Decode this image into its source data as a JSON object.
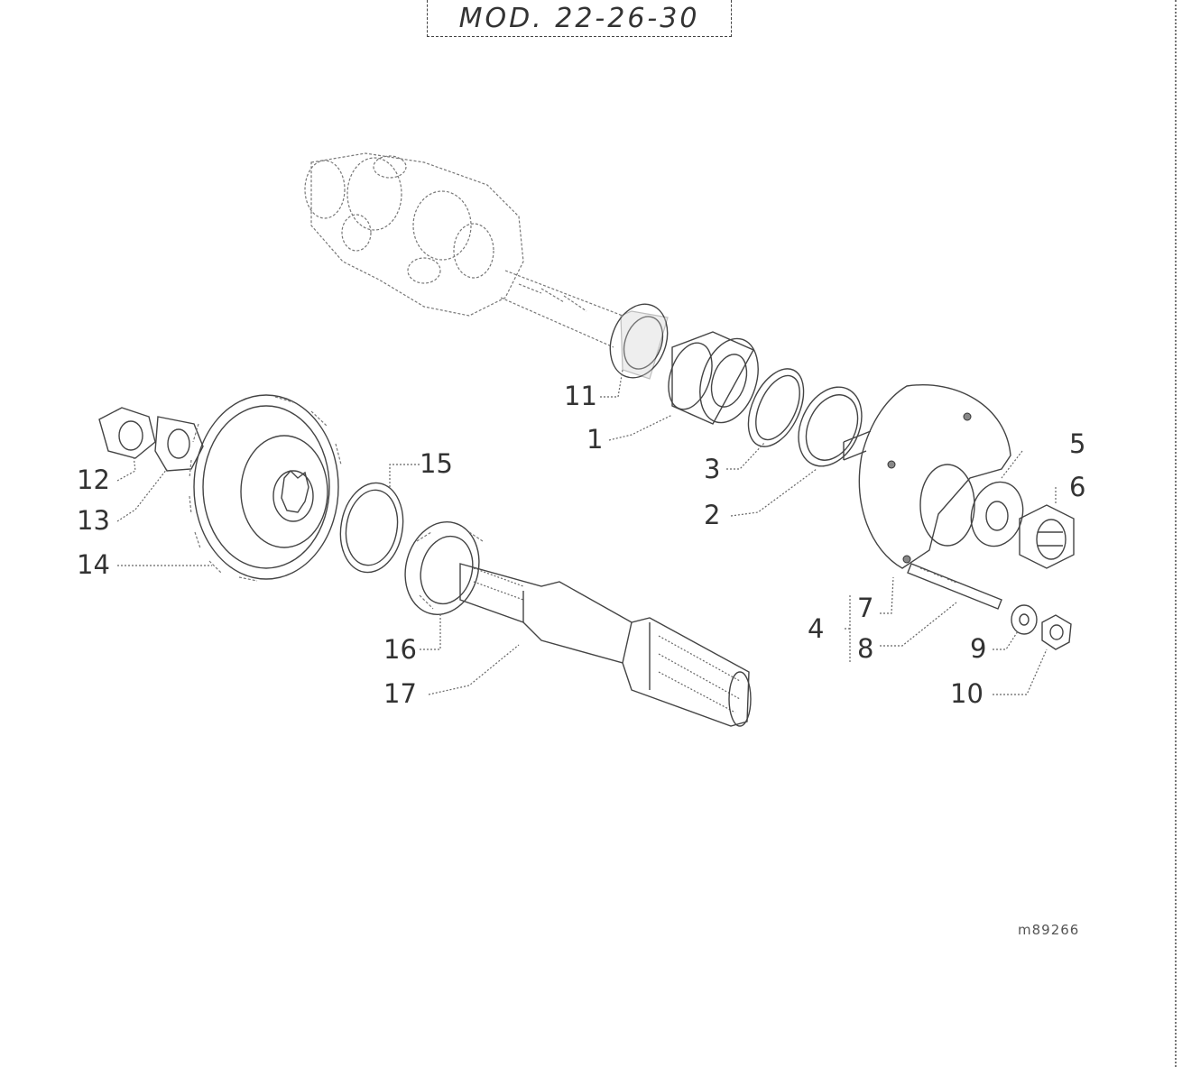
{
  "header": {
    "model_label": "MOD. 22-26-30"
  },
  "callouts": {
    "c1": "1",
    "c2": "2",
    "c3": "3",
    "c4": "4",
    "c5": "5",
    "c6": "6",
    "c7": "7",
    "c8": "8",
    "c9": "9",
    "c10": "10",
    "c11": "11",
    "c12": "12",
    "c13": "13",
    "c14": "14",
    "c15": "15",
    "c16": "16",
    "c17": "17"
  },
  "footer": {
    "reference_code": "m89266"
  }
}
